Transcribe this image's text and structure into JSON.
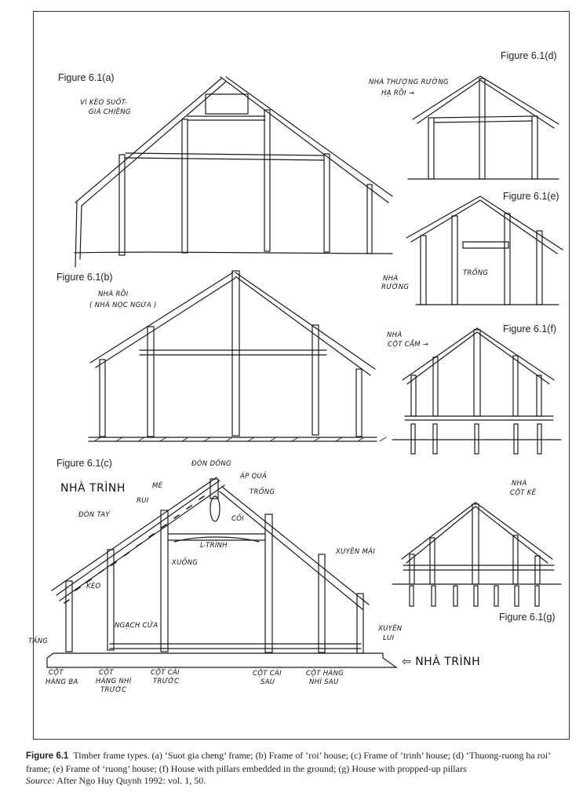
{
  "figure_labels": {
    "a": "Figure 6.1(a)",
    "b": "Figure 6.1(b)",
    "c": "Figure 6.1(c)",
    "d": "Figure 6.1(d)",
    "e": "Figure 6.1(e)",
    "f": "Figure 6.1(f)",
    "g": "Figure 6.1(g)"
  },
  "annotations": {
    "a_title_1": "VÌ KÈO SUỐT-",
    "a_title_2": "GIÁ CHIÊNG",
    "b_title_1": "NHÀ RỒI",
    "b_title_2": "( NHÀ NỌC NGỪA )",
    "c_title": "NHÀ TRÌNH",
    "don_dong": "ĐÒN DÔNG",
    "me": "MÈ",
    "ap_qua": "ÁP QUẢ",
    "trong_c": "TRỐNG",
    "rui": "RUI",
    "don_tay": "ĐÒN TAY",
    "coi": "CỐI",
    "l_trinh": "L-TRÌNH",
    "xuong": "XUỐNG",
    "keo": "KÈO",
    "xuyen_mai": "XUYÊN MÁI",
    "nach_cua": "NGẠCH CỬA",
    "tang": "TẢNG",
    "xuyen_lui_1": "XUYÊN",
    "xuyen_lui_2": "LUI",
    "cot_hang_ba_1": "CỘT",
    "cot_hang_ba_2": "HÀNG BA",
    "cot_hang_nhi_truoc_1": "CỘT",
    "cot_hang_nhi_truoc_2": "HÀNG NHÌ",
    "cot_hang_nhi_truoc_3": "TRƯỚC",
    "cot_cai_truoc_1": "CỘT CÁI",
    "cot_cai_truoc_2": "TRƯỚC",
    "cot_cai_sau_1": "CỘT CÁI",
    "cot_cai_sau_2": "SAU",
    "cot_hang_nhi_sau_1": "CỘT HÀNG",
    "cot_hang_nhi_sau_2": "NHÌ SAU",
    "nha_trinh_arrow": "NHÀ TRÌNH",
    "d_title_1": "NHÀ THƯỢNG RƯỜNG",
    "d_title_2": "HẠ RỒI",
    "e_note_1": "NHÀ",
    "e_note_2": "RƯỜNG",
    "trong_e": "TRỐNG",
    "f_note_1": "NHÀ",
    "f_note_2": "CỘT CẮM",
    "g_note_1": "NHÀ",
    "g_note_2": "CỘT KÊ"
  },
  "caption": {
    "label": "Figure 6.1",
    "text": "Timber frame types. (a) ‘Suot gia cheng’ frame; (b) Frame of ‘roi’ house; (c) Frame of ‘trinh’ house; (d) ‘Thuong-ruong ha roi’ frame; (e) Frame of ‘ruong’ house; (f) House with pillars embedded in the ground; (g) House with propped-up pillars",
    "source_label": "Source:",
    "source_text": "After Ngo Huy Quynh 1992: vol. 1, 50."
  }
}
